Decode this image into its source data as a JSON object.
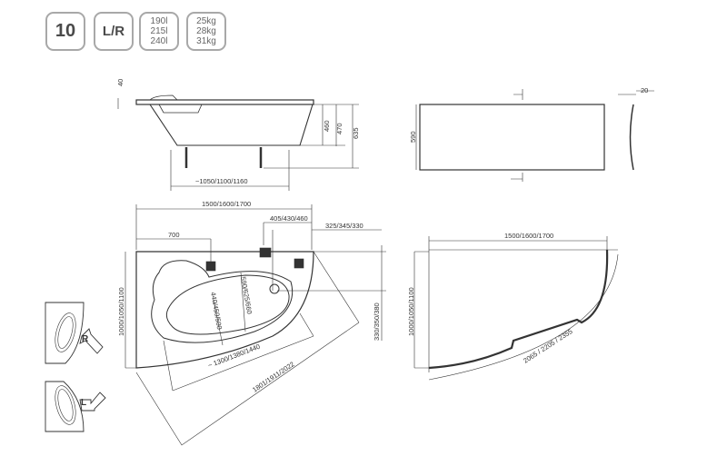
{
  "badges": {
    "count": "10",
    "orientation": "L/R",
    "volumes": [
      "190l",
      "215l",
      "240l"
    ],
    "weights": [
      "25kg",
      "28kg",
      "31kg"
    ]
  },
  "side_view": {
    "rim": "40",
    "h1": "460",
    "h2": "470",
    "h3": "635",
    "length": "~1050/1100/1160"
  },
  "front_panel": {
    "height": "590",
    "thickness": "20"
  },
  "top_view": {
    "width": "1500/1600/1700",
    "drain_offset": "405/430/460",
    "corner_offset": "325/345/330",
    "tap_offset": "700",
    "depth": "1000/1050/1100",
    "inner_w1": "440/450/500",
    "inner_w2": "590/625/660",
    "inner_length": "~ 1300/1380/1440",
    "diagonal": "1801/1911/2022",
    "side_offset": "330/350/380"
  },
  "panel_plan": {
    "width": "1500/1600/1700",
    "depth": "1000/1050/1100",
    "arc_length": "2065 / 2205 / 2355"
  },
  "orientation_icons": {
    "right": "R",
    "left": "L"
  }
}
